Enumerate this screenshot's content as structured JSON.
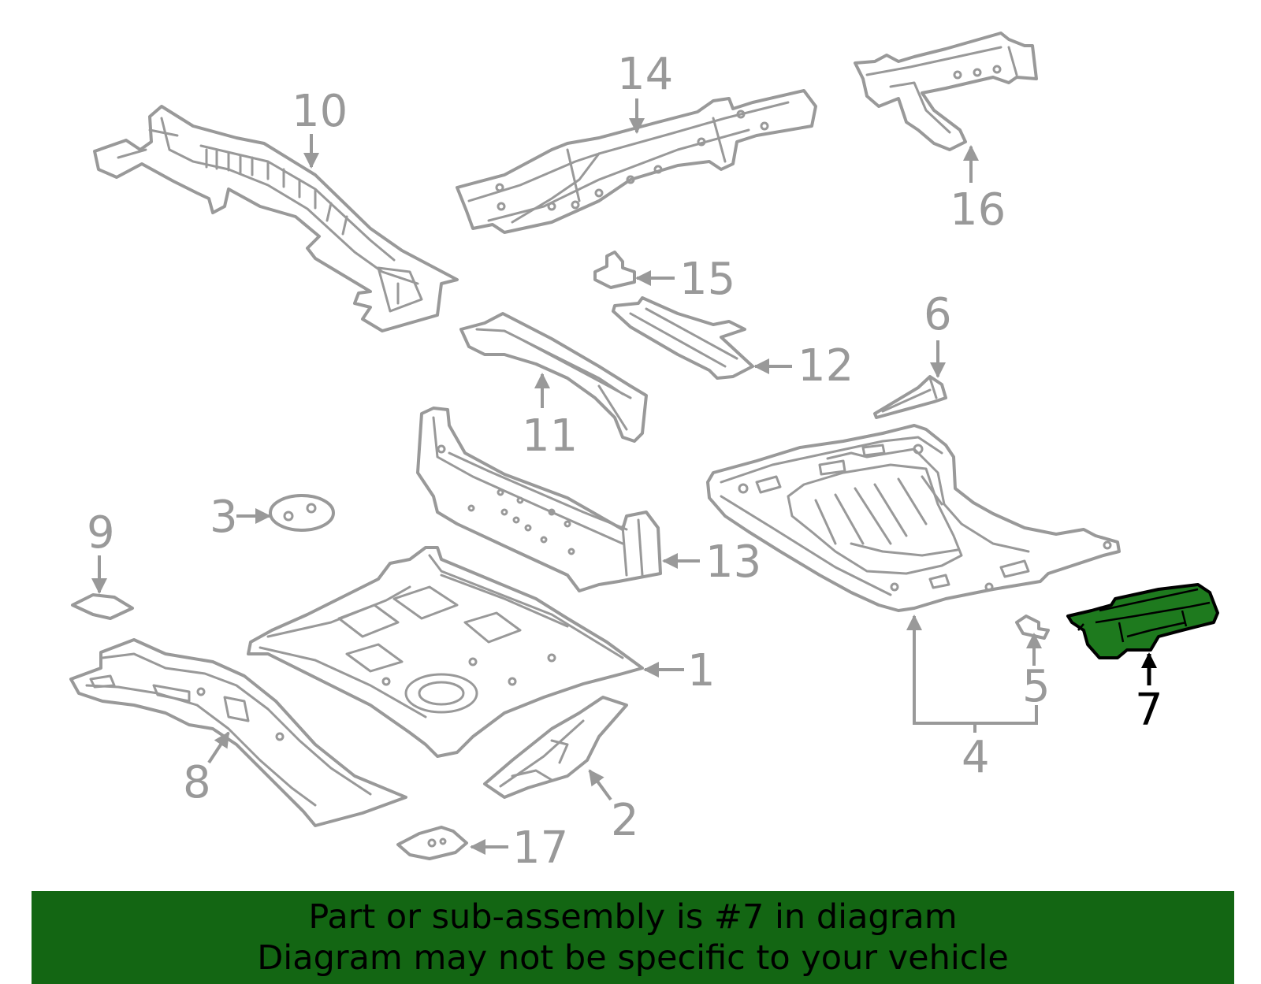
{
  "callouts": {
    "c1": "1",
    "c2": "2",
    "c3": "3",
    "c4": "4",
    "c5": "5",
    "c6": "6",
    "c7": "7",
    "c8": "8",
    "c9": "9",
    "c10": "10",
    "c11": "11",
    "c12": "12",
    "c13": "13",
    "c14": "14",
    "c15": "15",
    "c16": "16",
    "c17": "17"
  },
  "highlighted_part": "7",
  "colors": {
    "highlight": "#1e7a1e",
    "banner": "#136613",
    "line": "#999999"
  },
  "banner": {
    "line1": "Part or sub-assembly is #7 in diagram",
    "line2": "Diagram may not be specific to your vehicle"
  }
}
